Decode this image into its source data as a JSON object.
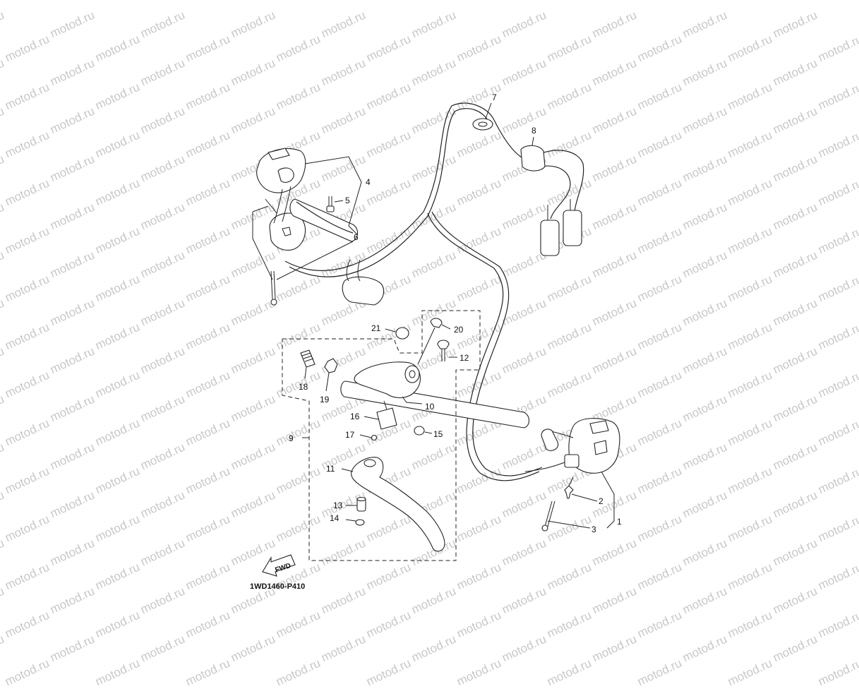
{
  "watermark": {
    "text": "motod.ru",
    "color": "#c8c8c8"
  },
  "diagram_code": "1WD1460-P410",
  "fwd_label": "FWD",
  "callouts": [
    {
      "id": "1",
      "text": "1"
    },
    {
      "id": "2",
      "text": "2"
    },
    {
      "id": "3",
      "text": "3"
    },
    {
      "id": "4",
      "text": "4"
    },
    {
      "id": "5",
      "text": "5"
    },
    {
      "id": "6",
      "text": "6"
    },
    {
      "id": "7",
      "text": "7"
    },
    {
      "id": "8",
      "text": "8"
    },
    {
      "id": "9",
      "text": "9"
    },
    {
      "id": "10",
      "text": "10"
    },
    {
      "id": "11",
      "text": "11"
    },
    {
      "id": "12",
      "text": "12"
    },
    {
      "id": "13",
      "text": "13"
    },
    {
      "id": "14",
      "text": "14"
    },
    {
      "id": "15",
      "text": "15"
    },
    {
      "id": "16",
      "text": "16"
    },
    {
      "id": "17",
      "text": "17"
    },
    {
      "id": "18",
      "text": "18"
    },
    {
      "id": "19",
      "text": "19"
    },
    {
      "id": "20",
      "text": "20"
    },
    {
      "id": "21",
      "text": "21"
    }
  ]
}
